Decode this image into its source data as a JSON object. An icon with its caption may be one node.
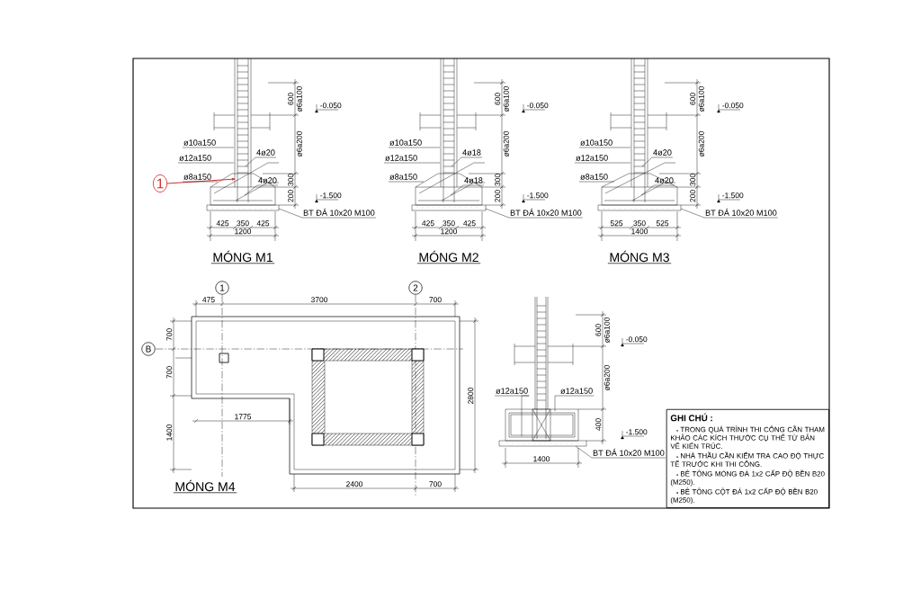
{
  "diagram": {
    "nodes": [
      {
        "text": [
          "1"
        ]
      },
      {
        "text": [
          "ø10a150"
        ]
      },
      {
        "text": [
          "ø12a150"
        ]
      },
      {
        "text": [
          "4ø20"
        ]
      },
      {
        "text": [
          "ø8a150"
        ]
      },
      {
        "text": [
          "4ø20"
        ]
      },
      {
        "text": [
          "BT ĐÁ 10x20 M100"
        ]
      },
      {
        "text": [
          "ø10a150"
        ]
      },
      {
        "text": [
          "ø12a150"
        ]
      },
      {
        "text": [
          "4ø18"
        ]
      },
      {
        "text": [
          "ø8a150"
        ]
      },
      {
        "text": [
          "4ø18"
        ]
      },
      {
        "text": [
          "BT ĐÁ 10x20 M100"
        ]
      },
      {
        "text": [
          "ø10a150"
        ]
      },
      {
        "text": [
          "ø12a150"
        ]
      },
      {
        "text": [
          "4ø20"
        ]
      },
      {
        "text": [
          "ø8a150"
        ]
      },
      {
        "text": [
          "4ø20"
        ]
      },
      {
        "text": [
          "BT ĐÁ 10x20 M100"
        ]
      },
      {
        "text": [
          "1"
        ]
      },
      {
        "text": [
          "2"
        ]
      },
      {
        "text": [
          "B"
        ]
      },
      {
        "text": [
          "ø12a150"
        ]
      },
      {
        "text": [
          "ø12a150"
        ]
      },
      {
        "text": [
          "BT ĐÁ 10x20 M100"
        ]
      },
      {
        "text": [
          "GHI CHÚ :",
          "TRONG QUÁ TRÌNH THI CÔNG CẦN THAM KHẢO CÁC KÍCH THƯỚC CỤ THỂ TỪ BẢN VẼ KIẾN TRÚC.",
          "NHÀ THẦU CẦN KIỂM TRA CAO ĐỘ THỰC TẾ TRƯỚC KHI THI CÔNG.",
          "BÊ TÔNG MÓNG ĐÁ 1x2 CẤP ĐỘ BỀN B20 (M250).",
          "BÊ TÔNG CỘT ĐÁ 1x2 CẤP ĐỘ BỀN B20 (M250)."
        ]
      }
    ],
    "edges": [
      {
        "from": 0,
        "to": null,
        "arrow": "to",
        "color": "#d02a2a"
      },
      {
        "from": 1,
        "to": null,
        "arrow": "none"
      },
      {
        "from": 2,
        "to": null,
        "arrow": "none"
      },
      {
        "from": 3,
        "to": null,
        "arrow": "none"
      },
      {
        "from": 4,
        "to": null,
        "arrow": "none"
      },
      {
        "from": 5,
        "to": null,
        "arrow": "none"
      },
      {
        "from": 6,
        "to": null,
        "arrow": "none"
      },
      {
        "from": 7,
        "to": null,
        "arrow": "none"
      },
      {
        "from": 8,
        "to": null,
        "arrow": "none"
      },
      {
        "from": 9,
        "to": null,
        "arrow": "none"
      },
      {
        "from": 10,
        "to": null,
        "arrow": "none"
      },
      {
        "from": 11,
        "to": null,
        "arrow": "none"
      },
      {
        "from": 12,
        "to": null,
        "arrow": "none"
      },
      {
        "from": 13,
        "to": null,
        "arrow": "none"
      },
      {
        "from": 14,
        "to": null,
        "arrow": "none"
      },
      {
        "from": 15,
        "to": null,
        "arrow": "none"
      },
      {
        "from": 16,
        "to": null,
        "arrow": "none"
      },
      {
        "from": 17,
        "to": null,
        "arrow": "none"
      },
      {
        "from": 18,
        "to": null,
        "arrow": "none"
      },
      {
        "from": 22,
        "to": null,
        "arrow": "none"
      },
      {
        "from": 23,
        "to": null,
        "arrow": "none"
      },
      {
        "from": 24,
        "to": null,
        "arrow": "none"
      }
    ],
    "labels": [
      "600",
      "ø6a100",
      "-0.050",
      "ø6a200",
      "300",
      "200",
      "-1.500",
      "425",
      "350",
      "425",
      "1200",
      "MÓNG M1",
      "600",
      "ø6a100",
      "-0.050",
      "ø6a200",
      "300",
      "200",
      "-1.500",
      "425",
      "350",
      "425",
      "1200",
      "MÓNG M2",
      "600",
      "ø6a100",
      "-0.050",
      "ø6a200",
      "300",
      "200",
      "-1.500",
      "525",
      "350",
      "525",
      "1400",
      "MÓNG M3",
      "475",
      "3700",
      "700",
      "700",
      "700",
      "2800",
      "1775",
      "1400",
      "2400",
      "700",
      "MÓNG M4",
      "600",
      "ø6a100",
      "-0.050",
      "ø6a200",
      "400",
      "-1.500",
      "1400"
    ]
  }
}
